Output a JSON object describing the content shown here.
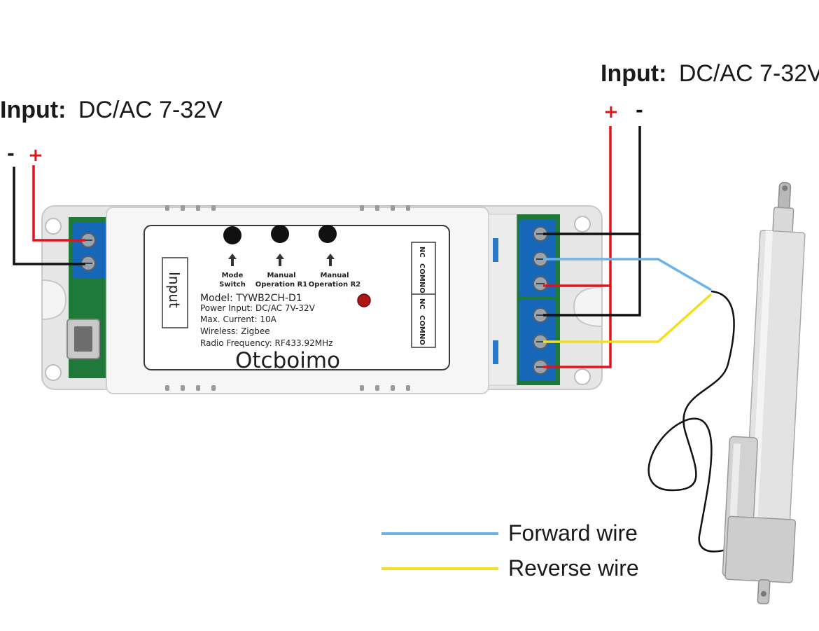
{
  "colors": {
    "red_wire": "#e0141b",
    "black_wire": "#111111",
    "forward_wire": "#6bb3ea",
    "reverse_wire": "#f2df1f",
    "terminal_blue": "#1667b8",
    "pcb_green": "#1f7a3a"
  },
  "left_input": {
    "label_prefix": "Input:",
    "label_value": "DC/AC 7-32V",
    "minus": "-",
    "plus": "+"
  },
  "right_input": {
    "label_prefix": "Input:",
    "label_value": "DC/AC 7-32V",
    "plus": "+",
    "minus": "-"
  },
  "device": {
    "input_tag": "Input",
    "buttons": [
      {
        "line1": "Mode",
        "line2": "Switch"
      },
      {
        "line1": "Manual",
        "line2": "Operation R1"
      },
      {
        "line1": "Manual",
        "line2": "Operation R2"
      }
    ],
    "model": "Model:  TYWB2CH-D1",
    "power_input": "Power Input:  DC/AC 7V-32V",
    "max_current": "Max. Current:   10A",
    "wireless": "Wireless:  Zigbee",
    "radio": "Radio Frequency:  RF433.92MHz",
    "brand": "Otcboimo",
    "relay_labels_top": [
      "NC",
      "COM",
      "NO"
    ],
    "relay_labels_bottom": [
      "NC",
      "COM",
      "NO"
    ]
  },
  "legend": {
    "forward": "Forward wire",
    "reverse": "Reverse wire"
  },
  "icons": [
    "usb-port-icon",
    "led-indicator-icon",
    "arrow-up-icon",
    "linear-actuator-icon"
  ]
}
